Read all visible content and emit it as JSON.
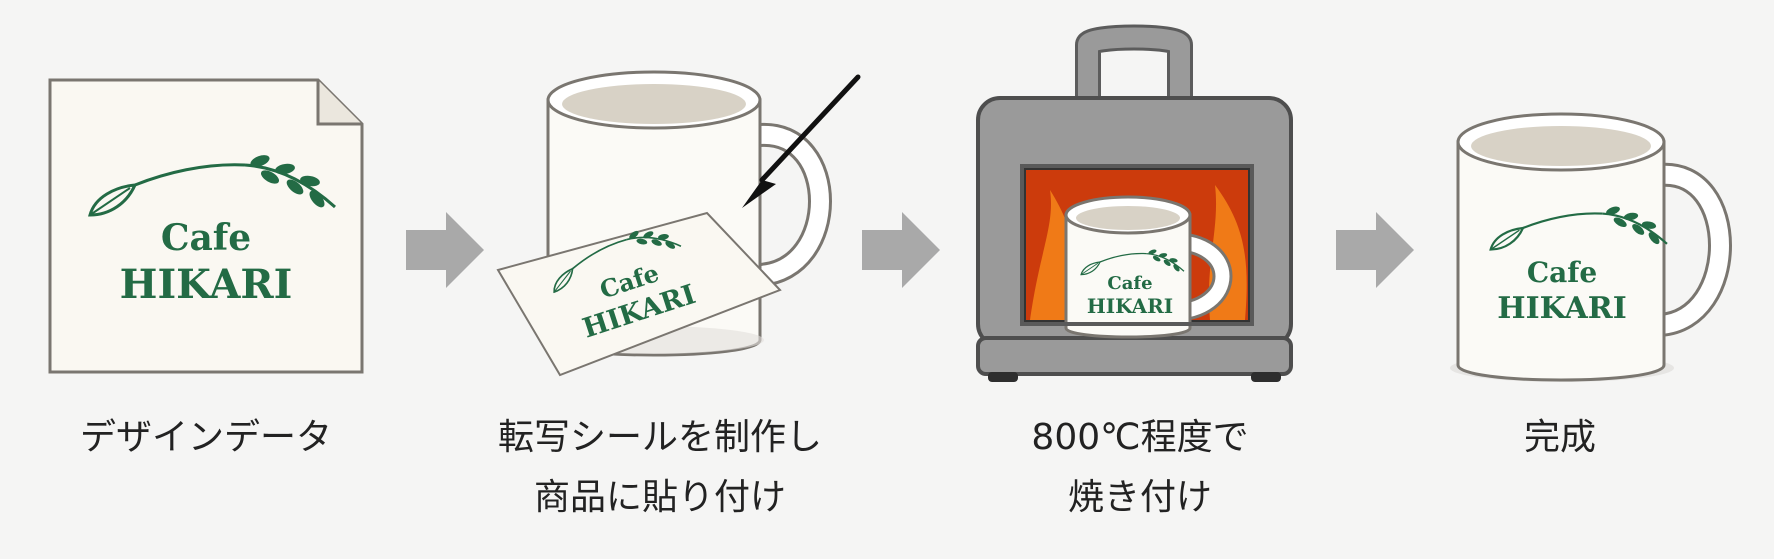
{
  "logo": {
    "line1": "Cafe",
    "line2": "HIKARI"
  },
  "steps": [
    {
      "label_lines": [
        "デザインデータ"
      ]
    },
    {
      "label_lines": [
        "転写シールを制作し",
        "商品に貼り付け"
      ]
    },
    {
      "label_lines": [
        "800℃程度で",
        "焼き付け"
      ]
    },
    {
      "label_lines": [
        "完成"
      ]
    }
  ],
  "colors": {
    "logo_green": "#236b45",
    "arrow_gray": "#a9a9a9",
    "kiln_gray": "#9a9a9a",
    "fire_orange": "#e8661a",
    "paper": "#faf8f2",
    "background": "#f5f5f4"
  },
  "icons": [
    "document-icon",
    "mug-icon",
    "squeegee-icon",
    "kiln-icon",
    "arrow-right-icon"
  ]
}
